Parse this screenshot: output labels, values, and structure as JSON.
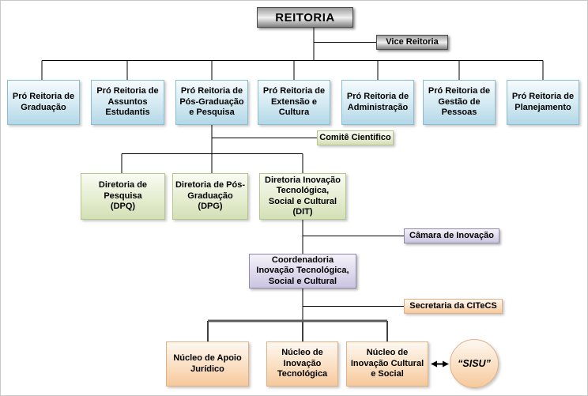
{
  "org": {
    "reitoria": {
      "label": "REITORIA"
    },
    "vice_reitoria": {
      "label": "Vice Reitoria"
    },
    "pro_reitorias": [
      {
        "label": "Pró Reitoria de\nGraduação"
      },
      {
        "label": "Pró Reitoria de\nAssuntos\nEstudantis"
      },
      {
        "label": "Pró Reitoria de\nPós-Graduação\ne Pesquisa"
      },
      {
        "label": "Pró Reitoria de\nExtensão e\nCultura"
      },
      {
        "label": "Pró Reitoria de\nAdministração"
      },
      {
        "label": "Pró Reitoria de\nGestão de\nPessoas"
      },
      {
        "label": "Pró Reitoria de\nPlanejamento"
      }
    ],
    "comite_cientifico": {
      "label": "Comitê Cientifico"
    },
    "diretorias": [
      {
        "label": "Diretoria de\nPesquisa\n(DPQ)"
      },
      {
        "label": "Diretoria de Pós-\nGraduação\n(DPG)"
      },
      {
        "label": "Diretoria Inovação\nTecnológica,\nSocial e Cultural\n(DIT)"
      }
    ],
    "camara_inovacao": {
      "label": "Câmara de Inovação"
    },
    "coordenadoria": {
      "label": "Coordenadoria\nInovação Tecnológica,\nSocial e Cultural"
    },
    "secretaria_citecs": {
      "label": "Secretaria da CITeCS"
    },
    "nucleos": [
      {
        "label": "Núcleo de Apoio\nJurídico"
      },
      {
        "label": "Núcleo de\nInovação\nTecnológica"
      },
      {
        "label": "Núcleo de\nInovação Cultural\ne Social"
      }
    ],
    "sisu": {
      "label": "“SISU”"
    }
  },
  "colors": {
    "root_box_gray": "#9e9e9e",
    "level1_blue": "#b8dbe9",
    "level2_green": "#dce7c4",
    "level3_purple": "#d6d0e8",
    "level4_orange": "#f8d4ad",
    "connector": "#000000",
    "thick_connector": "#5a5a5a"
  }
}
